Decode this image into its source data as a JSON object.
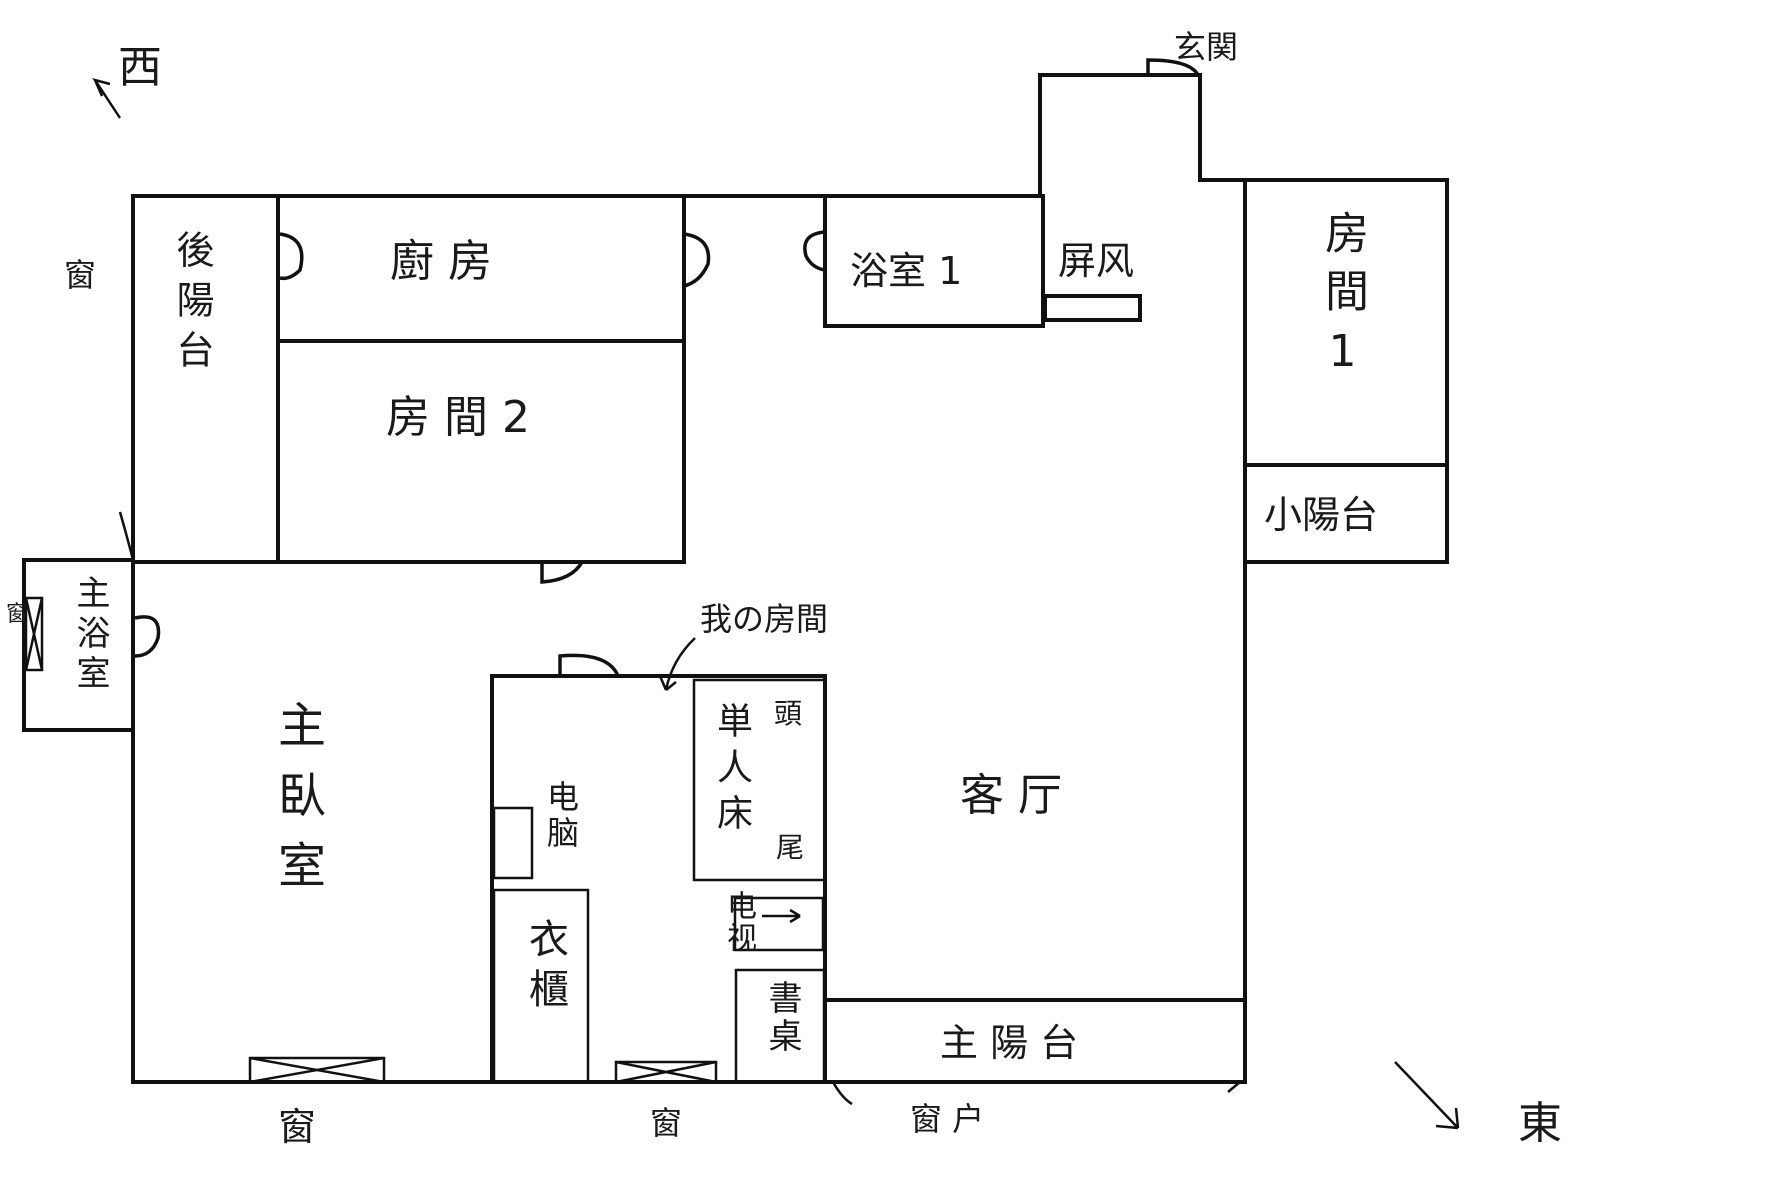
{
  "compass": {
    "west": "西",
    "east": "東"
  },
  "rooms": {
    "entrance": "玄関",
    "screen": "屏风",
    "bathroom1": "浴室 1",
    "kitchen": "廚 房",
    "back_balcony": "後陽台",
    "room2": "房 間 2",
    "room1": "房間1",
    "small_balcony": "小陽台",
    "master_bath": "主浴室",
    "master_bedroom": "主臥室",
    "my_room": "我の房間",
    "single_bed": "単人床",
    "bed_head": "頭",
    "bed_foot": "尾",
    "computer": "电脑",
    "tv": "电视",
    "wardrobe": "衣櫃",
    "desk": "書桌",
    "living_room": "客 厅",
    "main_balcony": "主 陽 台"
  },
  "windows": {
    "west_window": "窗",
    "master_bath_window": "窗",
    "master_bedroom_window": "窗",
    "my_room_window": "窗",
    "balcony_window": "窗 户"
  }
}
